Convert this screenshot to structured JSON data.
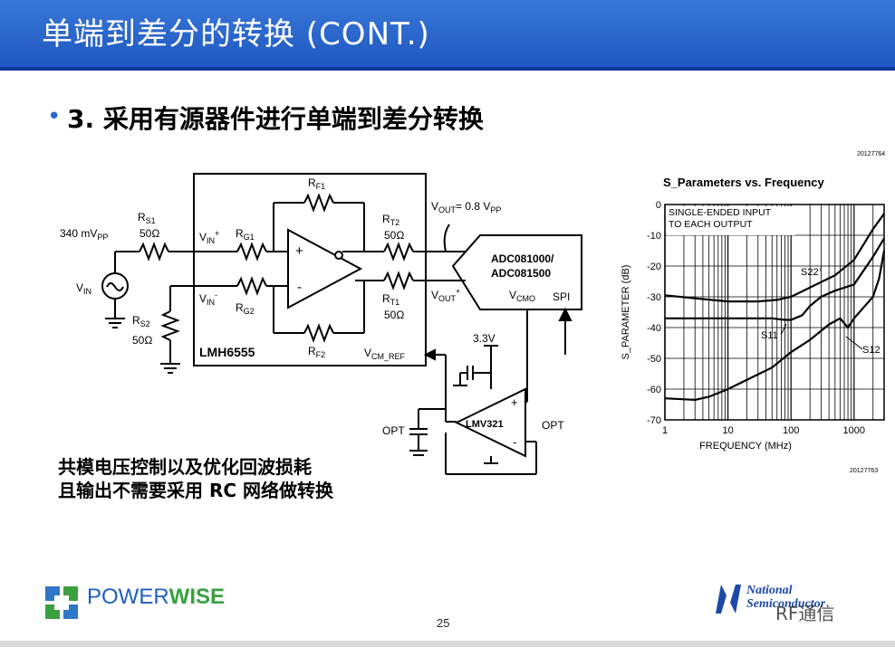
{
  "slide": {
    "title": "单端到差分的转换 (CONT.)",
    "bullet": "•",
    "subtitle": "3. 采用有源器件进行单端到差分转换",
    "notes": [
      "共模电压控制以及优化回波损耗",
      "且输出不需要采用 RC 网络做转换"
    ],
    "page_number": "25",
    "logo_left": {
      "part1": "POWER",
      "part2": "WISE"
    },
    "logo_right": {
      "line1": "National",
      "line2": "Semiconductor"
    },
    "watermark": "RF通信"
  },
  "circuit": {
    "source_label": "340 mV",
    "source_sub": "PP",
    "vin": "V",
    "vin_sub": "IN",
    "rs1": "R",
    "rs1_sub": "S1",
    "rs1_val": "50Ω",
    "rs2": "R",
    "rs2_sub": "S2",
    "rs2_val": "50Ω",
    "vin_plus": "V",
    "vin_plus_sub": "IN",
    "vin_plus_sup": "+",
    "vin_minus": "V",
    "vin_minus_sub": "IN",
    "vin_minus_sup": "-",
    "rg1": "R",
    "rg1_sub": "G1",
    "rg2": "R",
    "rg2_sub": "G2",
    "rf1": "R",
    "rf1_sub": "F1",
    "rf2": "R",
    "rf2_sub": "F2",
    "rt2": "R",
    "rt2_sub": "T2",
    "rt2_val": "50Ω",
    "rt1": "R",
    "rt1_sub": "T1",
    "rt1_val": "50Ω",
    "plus": "+",
    "minus": "-",
    "vout_text": "V",
    "vout_sub": "OUT",
    "vout_eq": "= 0.8 V",
    "vout_eq_sub": "PP",
    "voutp": "V",
    "voutp_sub": "OUT",
    "voutp_sup": "+",
    "vcmo": "V",
    "vcmo_sub": "CMO",
    "spi": "SPI",
    "adc1": "ADC081000/",
    "adc2": "ADC081500",
    "chip": "LMH6555",
    "vcmref": "V",
    "vcmref_sub": "CM_REF",
    "v33": "3.3V",
    "opamp": "LMV321",
    "opt1": "OPT",
    "opt2": "OPT"
  },
  "chart_data": {
    "type": "line",
    "title": "S_Parameters vs. Frequency",
    "xlabel": "FREQUENCY (MHz)",
    "ylabel": "S_PARAMETER (dB)",
    "xscale": "log",
    "xlim": [
      1,
      3000
    ],
    "ylim": [
      -70,
      0
    ],
    "xticks": [
      "1",
      "10",
      "100",
      "1000"
    ],
    "yticks": [
      "0",
      "-10",
      "-20",
      "-30",
      "-40",
      "-50",
      "-60",
      "-70"
    ],
    "annotation": [
      "SINGLE-ENDED INPUT",
      "TO EACH OUTPUT"
    ],
    "figure_id_top": "20127764",
    "figure_id_bottom": "20127763",
    "grid": true,
    "series": [
      {
        "name": "S22",
        "x": [
          1,
          3,
          10,
          30,
          60,
          100,
          200,
          500,
          1000,
          2000,
          3000
        ],
        "y": [
          -29.5,
          -30.5,
          -31.5,
          -31.5,
          -31,
          -30,
          -27,
          -23,
          -18,
          -8,
          -3
        ]
      },
      {
        "name": "S11",
        "x": [
          1,
          10,
          50,
          80,
          100,
          150,
          200,
          300,
          500,
          1000,
          2000,
          3000
        ],
        "y": [
          -37,
          -37,
          -37,
          -37.5,
          -37.5,
          -36,
          -33,
          -30,
          -28,
          -26,
          -17,
          -11
        ]
      },
      {
        "name": "S12",
        "x": [
          1,
          3,
          5,
          10,
          20,
          50,
          100,
          200,
          400,
          600,
          800,
          1000,
          2000,
          2500,
          3000
        ],
        "y": [
          -63,
          -63.5,
          -62.5,
          -60,
          -57,
          -53,
          -48,
          -44,
          -39,
          -37,
          -40,
          -37,
          -30,
          -24,
          -15
        ]
      }
    ]
  },
  "colors": {
    "header": "#1c55c0",
    "bullet": "#2a66d0",
    "powerwise_blue": "#1f5fbf",
    "powerwise_green": "#3aa040",
    "national_blue": "#1c49a8"
  }
}
